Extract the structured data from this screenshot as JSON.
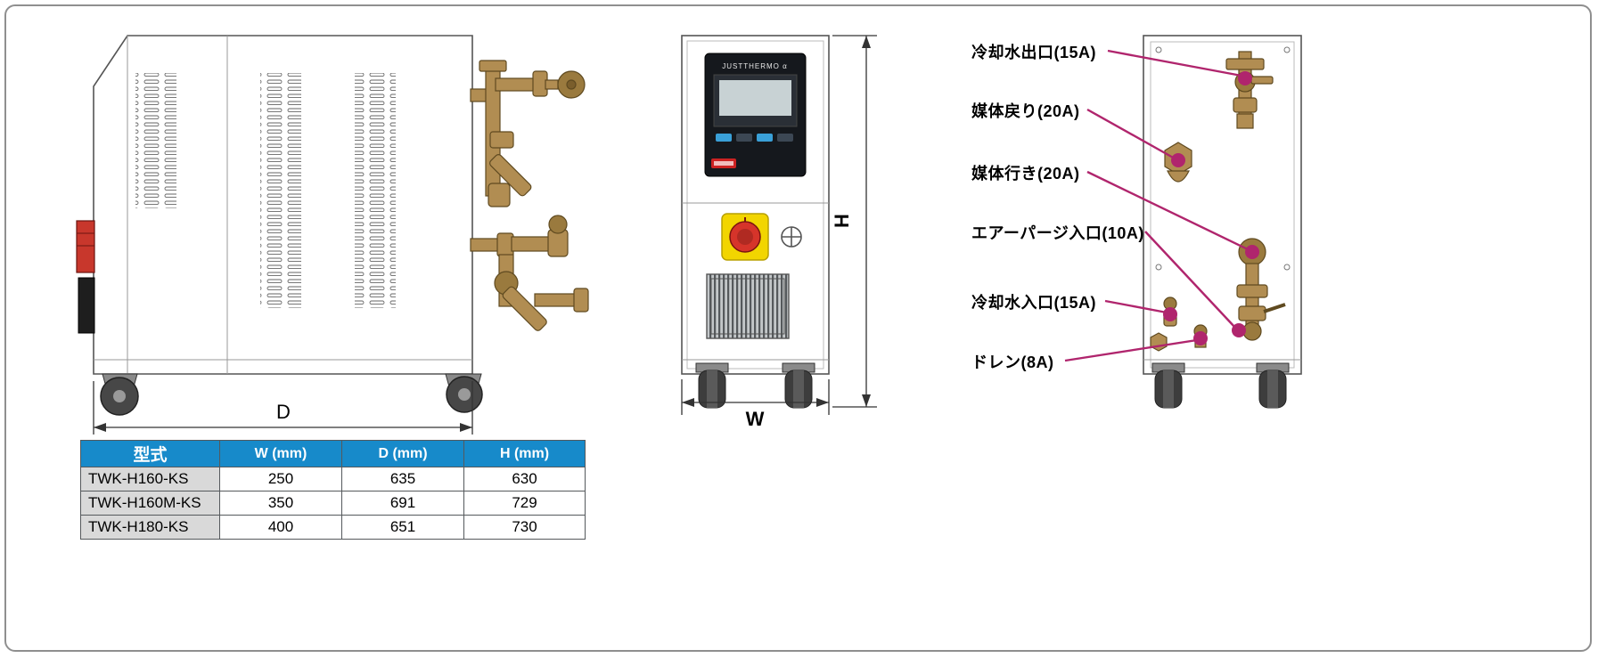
{
  "colors": {
    "accent_magenta": "#b0256d",
    "table_header_blue": "#178aca",
    "brass": "#b18d52",
    "emergency_red": "#d6342a",
    "emergency_yellow": "#f2d500",
    "line_art": "#555555"
  },
  "dimension_labels": {
    "d": "D",
    "w": "W",
    "h": "H"
  },
  "front_panel": {
    "brand": "JUSTTHERMO α"
  },
  "callouts": [
    {
      "label": "冷却水出口(15A)"
    },
    {
      "label": "媒体戻り(20A)"
    },
    {
      "label": "媒体行き(20A)"
    },
    {
      "label": "エアーパージ入口(10A)"
    },
    {
      "label": "冷却水入口(15A)"
    },
    {
      "label": "ドレン(8A)"
    }
  ],
  "spec_table": {
    "headers": {
      "model": "型式",
      "w": "W (mm)",
      "d": "D (mm)",
      "h": "H (mm)"
    },
    "rows": [
      {
        "model": "TWK-H160-KS",
        "w": "250",
        "d": "635",
        "h": "630"
      },
      {
        "model": "TWK-H160M-KS",
        "w": "350",
        "d": "691",
        "h": "729"
      },
      {
        "model": "TWK-H180-KS",
        "w": "400",
        "d": "651",
        "h": "730"
      }
    ]
  }
}
